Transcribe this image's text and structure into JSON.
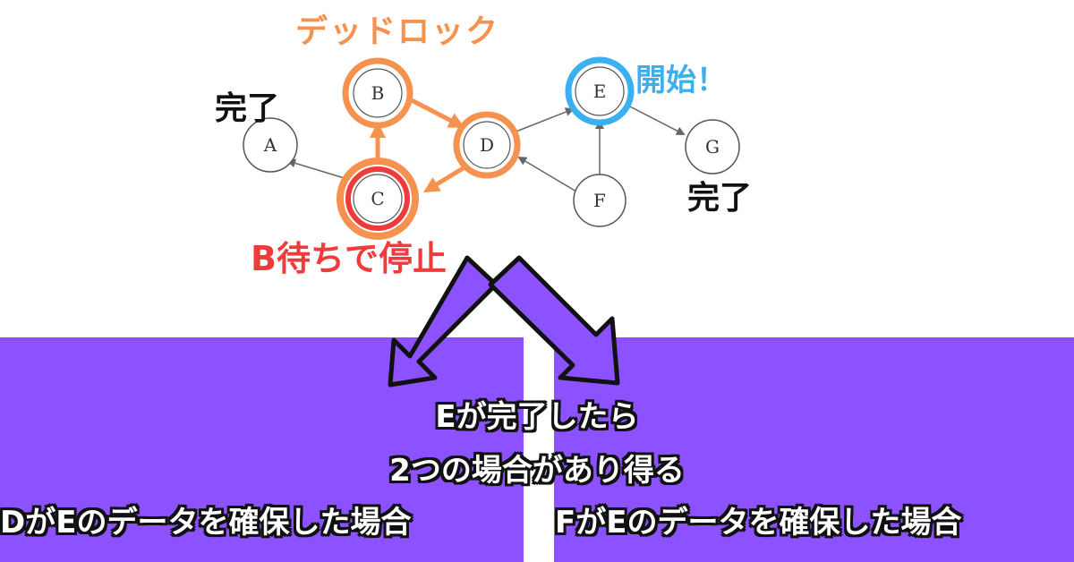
{
  "graph": {
    "nodes": [
      {
        "id": "A",
        "label": "A"
      },
      {
        "id": "B",
        "label": "B"
      },
      {
        "id": "C",
        "label": "C"
      },
      {
        "id": "D",
        "label": "D"
      },
      {
        "id": "E",
        "label": "E"
      },
      {
        "id": "F",
        "label": "F"
      },
      {
        "id": "G",
        "label": "G"
      }
    ],
    "edges": [
      {
        "from": "C",
        "to": "A"
      },
      {
        "from": "C",
        "to": "B"
      },
      {
        "from": "B",
        "to": "D"
      },
      {
        "from": "D",
        "to": "C"
      },
      {
        "from": "D",
        "to": "E"
      },
      {
        "from": "F",
        "to": "D"
      },
      {
        "from": "F",
        "to": "E"
      },
      {
        "from": "E",
        "to": "G"
      }
    ],
    "deadlock_cycle": [
      "B",
      "D",
      "C"
    ]
  },
  "annotations": {
    "deadlock": "デッドロック",
    "start": "開始！",
    "done_a": "完了",
    "done_g": "完了",
    "waiting": "B待ちで停止"
  },
  "explanation": {
    "line1": "Eが完了したら",
    "line2": "2つの場合があり得る",
    "case_d": "DがEのデータを確保した場合",
    "case_f": "FがEのデータを確保した場合"
  },
  "colors": {
    "deadlock": "#f5924f",
    "start": "#3ab0f0",
    "waiting": "#ee3b3b",
    "panel": "#8c52ff"
  }
}
